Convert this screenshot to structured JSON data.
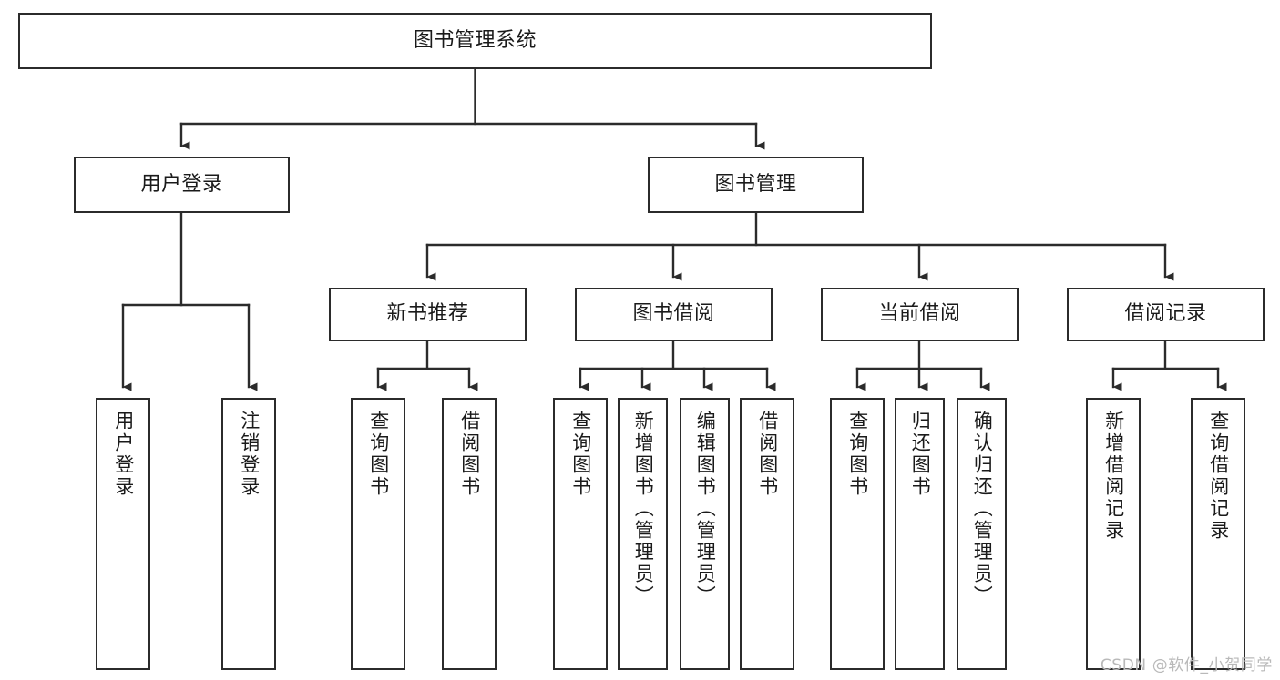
{
  "diagram": {
    "type": "tree",
    "title": "图书管理系统",
    "background_color": "#ffffff",
    "line_color": "#2b2b2b",
    "text_color": "#1a1a1a",
    "nodes": {
      "root": {
        "label": "图书管理系统"
      },
      "level2": [
        {
          "id": "user-login",
          "label": "用户登录"
        },
        {
          "id": "book-management",
          "label": "图书管理"
        }
      ],
      "level3": [
        {
          "id": "new-book-recommend",
          "label": "新书推荐"
        },
        {
          "id": "book-borrow",
          "label": "图书借阅"
        },
        {
          "id": "current-borrow",
          "label": "当前借阅"
        },
        {
          "id": "borrow-record",
          "label": "借阅记录"
        }
      ],
      "leaves": [
        {
          "id": "leaf-user-login",
          "parent": "user-login",
          "label": "用户登录"
        },
        {
          "id": "leaf-logout-login",
          "parent": "user-login",
          "label": "注销登录"
        },
        {
          "id": "leaf-query-book-1",
          "parent": "new-book-recommend",
          "label": "查询图书"
        },
        {
          "id": "leaf-borrow-book-1",
          "parent": "new-book-recommend",
          "label": "借阅图书"
        },
        {
          "id": "leaf-query-book-2",
          "parent": "book-borrow",
          "label": "查询图书"
        },
        {
          "id": "leaf-add-book",
          "parent": "book-borrow",
          "label": "新增图书（管理员）"
        },
        {
          "id": "leaf-edit-book",
          "parent": "book-borrow",
          "label": "编辑图书（管理员）"
        },
        {
          "id": "leaf-borrow-book-2",
          "parent": "book-borrow",
          "label": "借阅图书"
        },
        {
          "id": "leaf-query-book-3",
          "parent": "current-borrow",
          "label": "查询图书"
        },
        {
          "id": "leaf-return-book",
          "parent": "current-borrow",
          "label": "归还图书"
        },
        {
          "id": "leaf-confirm-return",
          "parent": "current-borrow",
          "label": "确认归还（管理员）"
        },
        {
          "id": "leaf-add-record",
          "parent": "borrow-record",
          "label": "新增借阅记录"
        },
        {
          "id": "leaf-query-record",
          "parent": "borrow-record",
          "label": "查询借阅记录"
        }
      ]
    }
  },
  "watermark": {
    "text": "CSDN @软件_小贺同学"
  }
}
